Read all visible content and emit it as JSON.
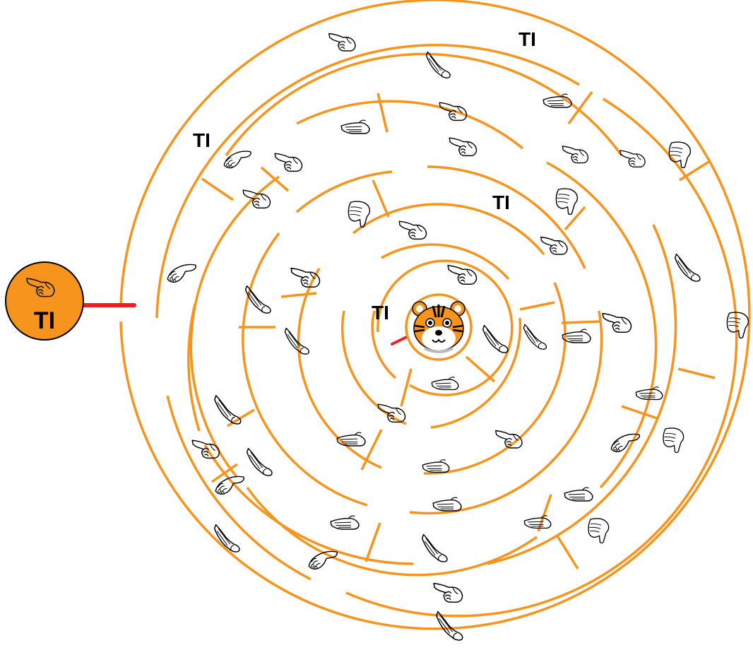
{
  "start": {
    "label": "TI",
    "icon": "pointing-hand-icon",
    "fill": "#F7941D"
  },
  "maze_labels": [
    "TI",
    "TI",
    "TI",
    "TI"
  ],
  "colors": {
    "wall": "#F7941D",
    "path_line": "#E52421",
    "text": "#000000",
    "tiger_orange": "#F7941D"
  },
  "goal": {
    "icon": "tiger-face-icon"
  },
  "hand_icons": {
    "kinds": [
      "pointing-hand-icon",
      "flat-hand-icon",
      "thumb-down-hand-icon",
      "pinch-hand-icon",
      "side-hand-icon"
    ]
  }
}
